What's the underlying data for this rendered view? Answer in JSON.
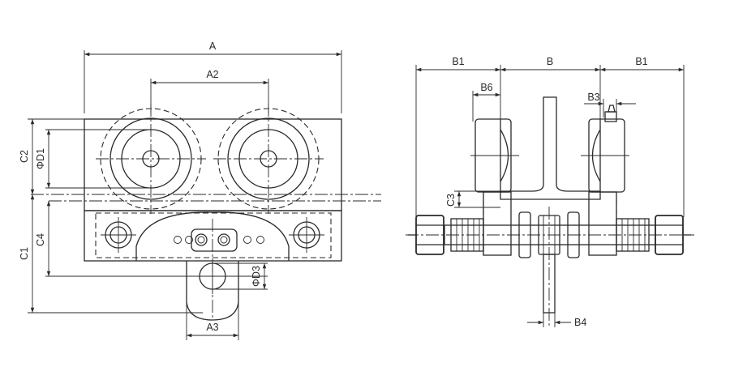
{
  "labels": {
    "A": "A",
    "A2": "A2",
    "A3": "A3",
    "C1": "C1",
    "C2": "C2",
    "C3": "C3",
    "C4": "C4",
    "D1": "ΦD1",
    "D3": "ΦD3",
    "B": "B",
    "B1_left": "B1",
    "B1_right": "B1",
    "B3": "B3",
    "B4": "B4",
    "B6": "B6"
  }
}
